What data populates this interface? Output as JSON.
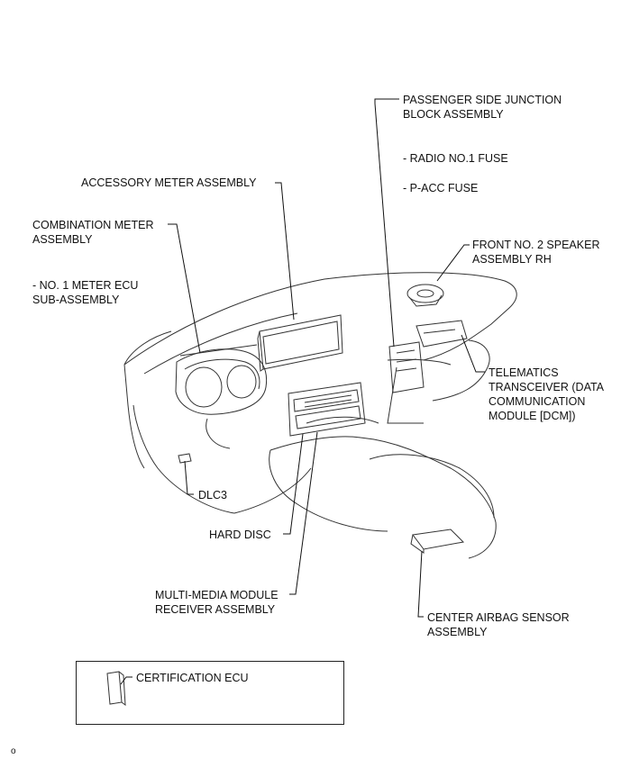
{
  "labels": {
    "passenger_jb": "PASSENGER SIDE JUNCTION\nBLOCK ASSEMBLY",
    "radio_fuse": "- RADIO NO.1 FUSE",
    "pacc_fuse": "- P-ACC FUSE",
    "accessory_meter": "ACCESSORY METER ASSEMBLY",
    "combination_meter": "COMBINATION METER\nASSEMBLY",
    "meter_ecu": "- NO. 1 METER ECU\nSUB-ASSEMBLY",
    "front_speaker": "FRONT NO. 2 SPEAKER\nASSEMBLY RH",
    "telematics": "TELEMATICS\nTRANSCEIVER (DATA\nCOMMUNICATION\nMODULE [DCM])",
    "dlc3": "DLC3",
    "hard_disc": "HARD DISC",
    "multimedia": "MULTI-MEDIA MODULE\nRECEIVER ASSEMBLY",
    "airbag_sensor": "CENTER AIRBAG SENSOR\nASSEMBLY",
    "certification_ecu": "CERTIFICATION ECU"
  },
  "corner_mark": "o"
}
